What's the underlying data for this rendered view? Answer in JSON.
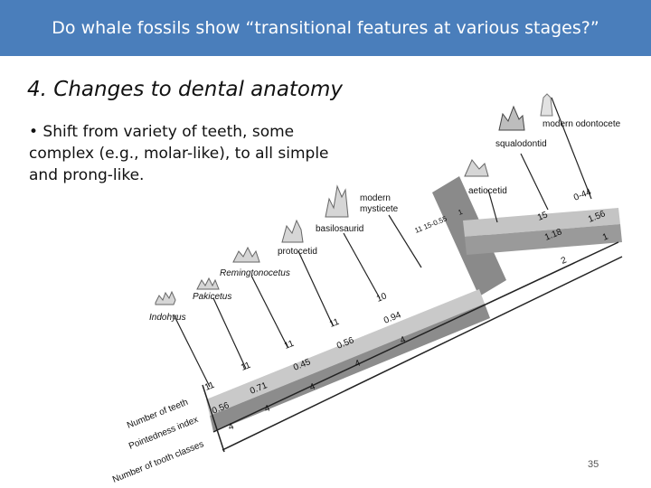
{
  "slide": {
    "title": "Do whale fossils show “transitional features at various stages?”",
    "subtitle": "4. Changes to dental anatomy",
    "bullet": "• Shift from variety of teeth, some complex (e.g., molar-like), to all simple and prong-like.",
    "page_number": "35"
  },
  "diagram": {
    "row_labels": {
      "teeth": "Number of teeth",
      "pointedness": "Pointedness index",
      "classes": "Number of tooth classes"
    },
    "taxa": {
      "indohyus": "Indohyus",
      "pakicetus": "Pakicetus",
      "remingtonocetus": "Remingtonocetus",
      "protocetid": "protocetid",
      "basilosaurid": "basilosaurid",
      "modern_mysticete_1": "modern",
      "modern_mysticete_2": "mysticete",
      "aetiocetid": "aetiocetid",
      "squalodontid": "squalodontid",
      "modern_odontocete": "modern odontocete"
    },
    "stem_values": {
      "teeth": [
        "11",
        "11",
        "11",
        "11",
        "10"
      ],
      "pointedness": [
        "0.56",
        "0.71",
        "0.45",
        "0.56",
        "0.94"
      ],
      "classes": [
        "4",
        "4",
        "4",
        "4",
        "4"
      ]
    },
    "crown_values": {
      "mysticete_annotation": "11 15-0.55",
      "mysticete_classes": "1",
      "squalodontid_teeth": "15",
      "squalodontid_pointedness": "1.18",
      "squalodontid_classes": "2",
      "odontocete_teeth": "0-44",
      "odontocete_pointedness": "1.56",
      "odontocete_classes": "1"
    }
  }
}
